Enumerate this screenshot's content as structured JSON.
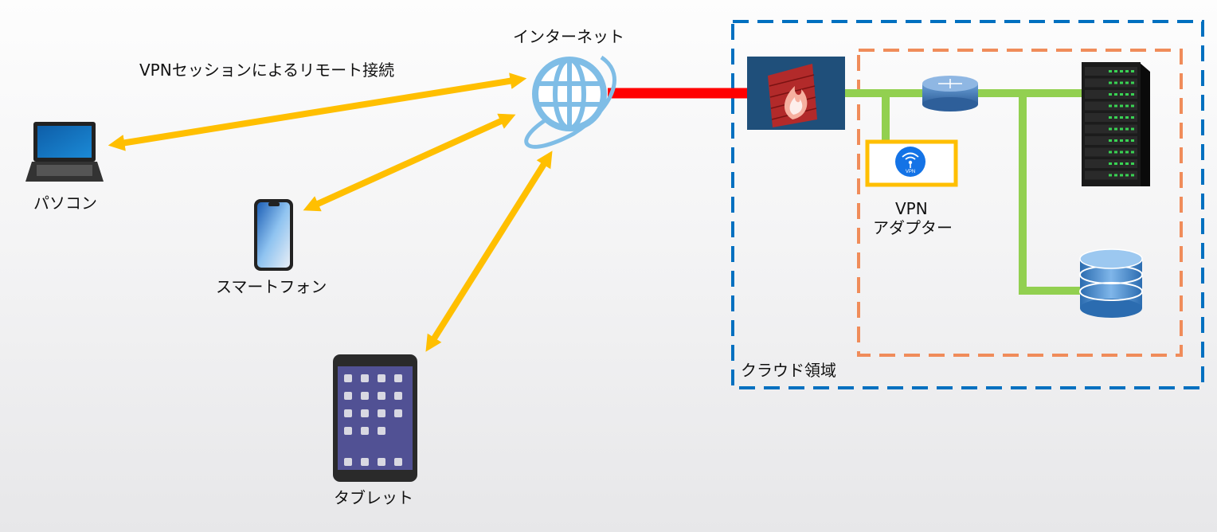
{
  "connection_label": "VPNセッションによるリモート接続",
  "internet": {
    "label": "インターネット"
  },
  "clients": [
    {
      "id": "pc",
      "label": "パソコン",
      "icon": "laptop-icon"
    },
    {
      "id": "phone",
      "label": "スマートフォン",
      "icon": "smartphone-icon"
    },
    {
      "id": "tablet",
      "label": "タブレット",
      "icon": "tablet-icon"
    }
  ],
  "cloud": {
    "label": "クラウド領域",
    "firewall_icon": "firewall-icon",
    "router_icon": "router-icon",
    "server_icon": "server-rack-icon",
    "database_icon": "database-icon",
    "vpn_adapter": {
      "line1": "VPN",
      "line2": "アダプター",
      "badge": "VPN"
    }
  },
  "colors": {
    "vpn_arrow": "#FFBF00",
    "internet_link": "#FF0000",
    "cloud_link": "#92D050",
    "cloud_border": "#0070C0",
    "inner_border": "#F08C5A",
    "vpn_adapter_border": "#FFBF00"
  }
}
